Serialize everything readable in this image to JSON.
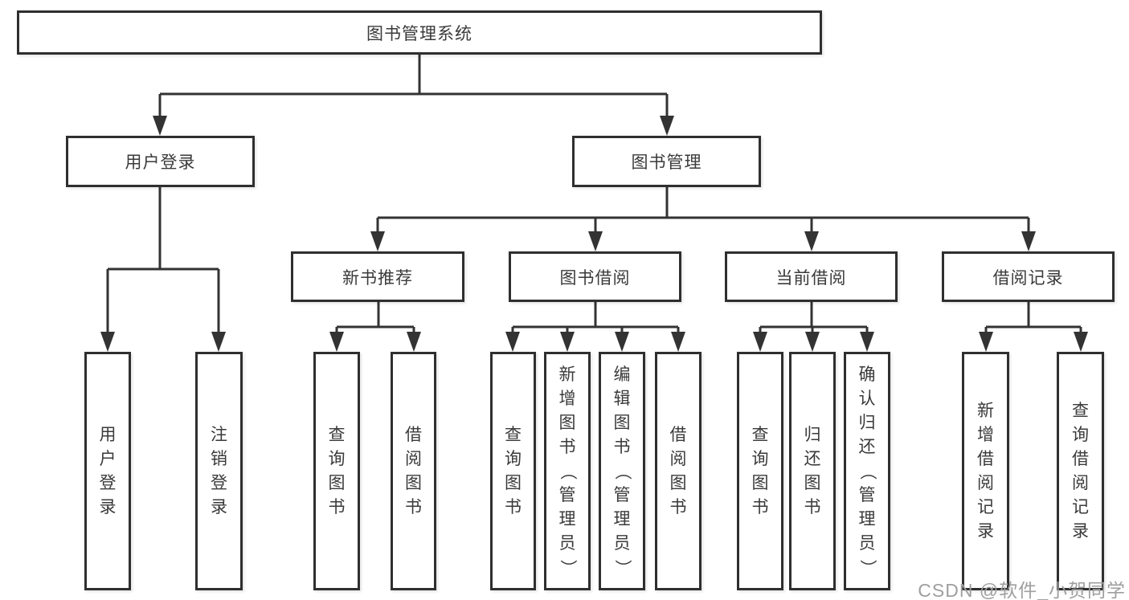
{
  "diagram": {
    "title": "图书管理系统",
    "branches": [
      {
        "label": "用户登录",
        "leaves": [
          "用户登录",
          "注销登录"
        ]
      },
      {
        "label": "图书管理",
        "children": [
          {
            "label": "新书推荐",
            "leaves": [
              "查询图书",
              "借阅图书"
            ]
          },
          {
            "label": "图书借阅",
            "leaves": [
              "查询图书",
              "新增图书（管理员）",
              "编辑图书（管理员）",
              "借阅图书"
            ]
          },
          {
            "label": "当前借阅",
            "leaves": [
              "查询图书",
              "归还图书",
              "确认归还（管理员）"
            ]
          },
          {
            "label": "借阅记录",
            "leaves": [
              "新增借阅记录",
              "查询借阅记录"
            ]
          }
        ]
      }
    ]
  },
  "watermark": {
    "text": "CSDN @软件_小贺同学"
  },
  "colors": {
    "line": "#333333",
    "box_border": "#2f2f2f",
    "text": "#3a3a3a",
    "watermark": "#9f9f9f",
    "background": "#ffffff"
  }
}
